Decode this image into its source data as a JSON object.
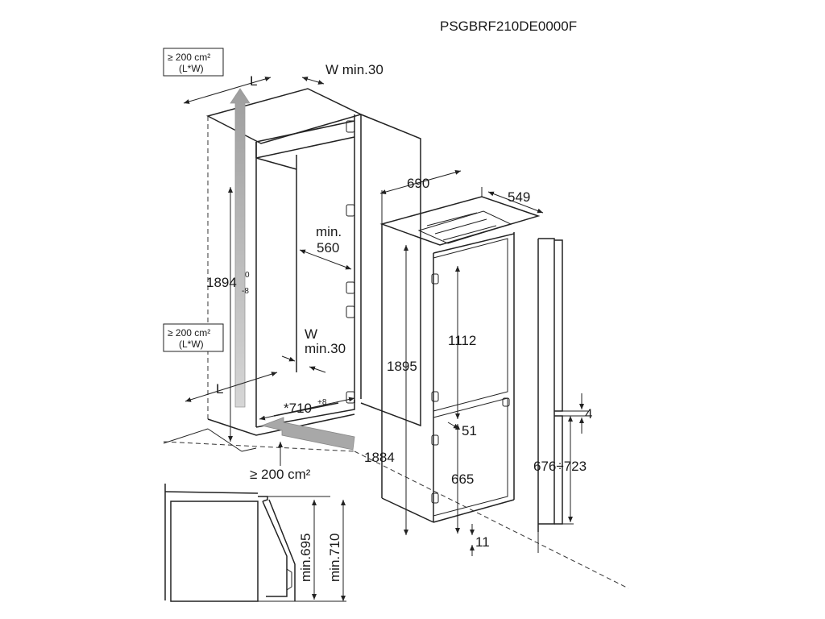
{
  "model_code": "PSGBRF210DE0000F",
  "vent_top_area": "≥ 200 cm²",
  "vent_top_formula": "(L*W)",
  "vent_mid_area": "≥ 200 cm²",
  "vent_mid_formula": "(L*W)",
  "vent_bottom_area": "≥ 200 cm²",
  "labels": {
    "L": "L",
    "L2": "L",
    "w_min_top": "W min.30",
    "w_letter": "W",
    "w_min_mid": "min.30",
    "niche_height": "1894",
    "niche_tol_top": "0",
    "niche_tol_bottom": "-8",
    "depth_min_a": "min.",
    "depth_min_b": "560",
    "base_width": "*710",
    "base_width_tol": "+8",
    "width_690": "690",
    "depth_549": "549",
    "height_1895": "1895",
    "height_1884": "1884",
    "height_1112": "1112",
    "gap_51": "51",
    "height_665": "665",
    "gap_11": "11",
    "gap_4": "4",
    "door_range": "676÷723",
    "min_695": "min.695",
    "min_710": "min.710"
  },
  "colors": {
    "line": "#222222",
    "arrow_fill": "#b8b8b8",
    "arrow_stroke": "#888888"
  }
}
